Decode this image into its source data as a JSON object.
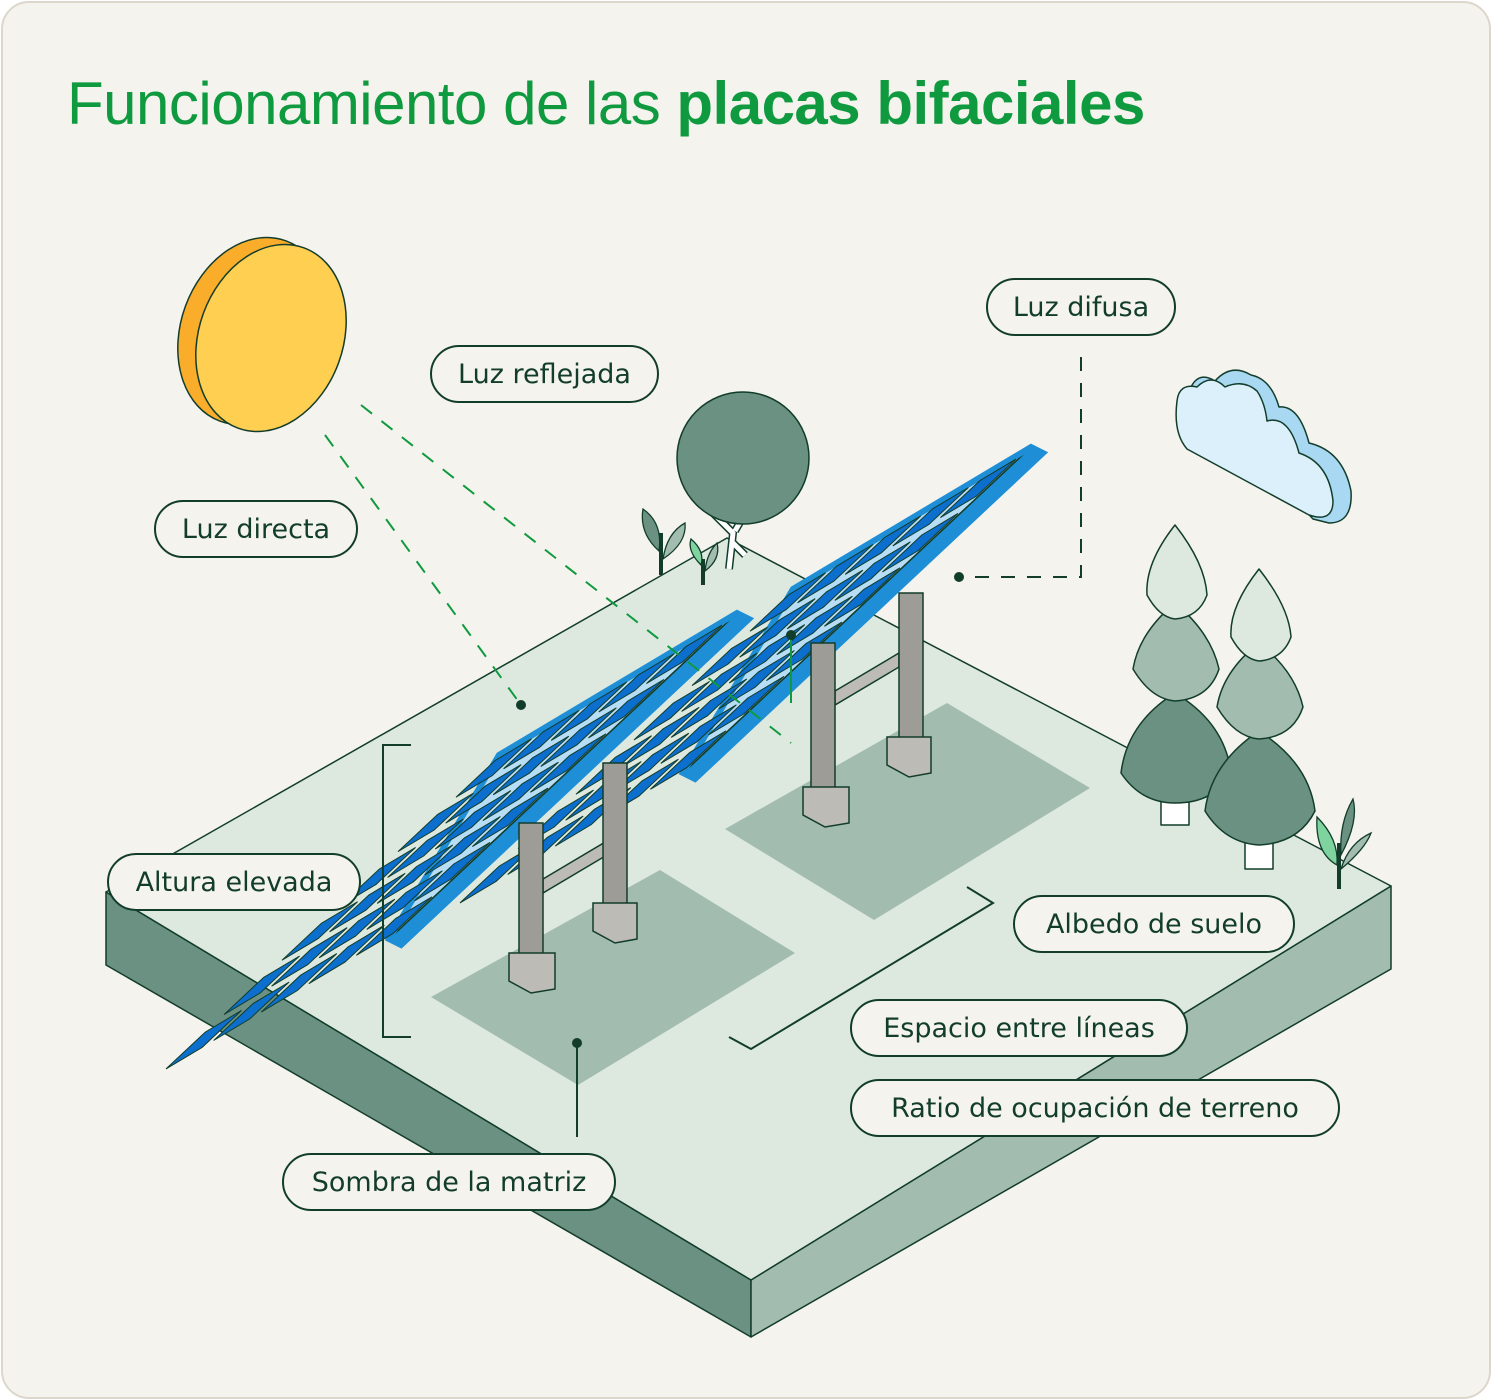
{
  "title": {
    "regular": "Funcionamiento de las ",
    "bold": "placas bifaciales"
  },
  "labels": {
    "luz_difusa": "Luz difusa",
    "luz_reflejada": "Luz reflejada",
    "luz_directa": "Luz directa",
    "altura_elevada": "Altura elevada",
    "albedo_suelo": "Albedo de suelo",
    "espacio_lineas": "Espacio entre líneas",
    "ratio_ocupacion": "Ratio de ocupación de terreno",
    "sombra_matriz": "Sombra de la matriz"
  },
  "colors": {
    "title_green": "#0f9a3f",
    "label_stroke": "#123d2b",
    "ground_top": "#dde9df",
    "ground_left": "#6a9182",
    "ground_right": "#a3bcb0",
    "shadow": "#a3bcb0",
    "panel_blue": "#1e8fd6",
    "panel_light": "#b8def5",
    "cell_blue": "#0c6fce",
    "sun_face": "#ffcf52",
    "sun_edge": "#f9ad2b",
    "cloud": "#dcf0fb",
    "tree_dark": "#6a9182",
    "tree_mid": "#a3bcb0",
    "tree_light": "#dde9df"
  }
}
